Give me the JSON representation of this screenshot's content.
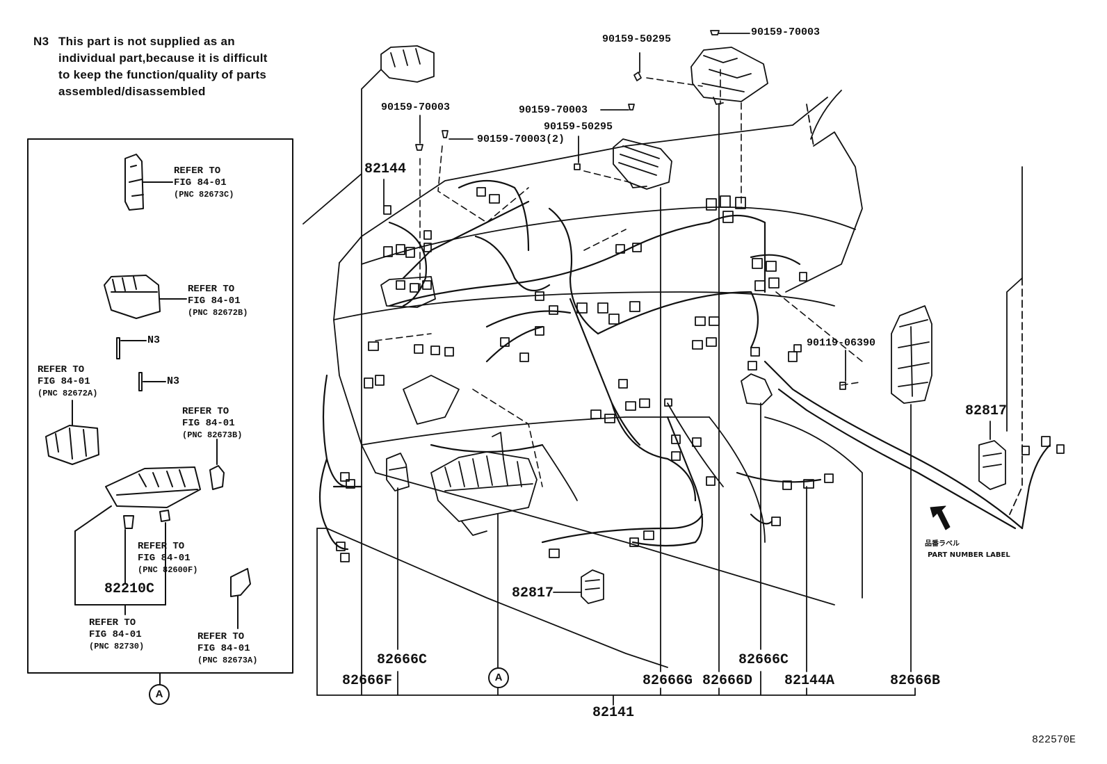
{
  "note": {
    "code": "N3",
    "lines": [
      "This part is not supplied as an",
      "individual part,because it is difficult",
      "to keep the function/quality of parts",
      "assembled/disassembled"
    ]
  },
  "inset_refs": [
    {
      "refer": "REFER TO",
      "fig": "FIG 84-01",
      "pnc": "(PNC 82673C)"
    },
    {
      "refer": "REFER TO",
      "fig": "FIG 84-01",
      "pnc": "(PNC 82672B)"
    },
    {
      "refer": "REFER TO",
      "fig": "FIG 84-01",
      "pnc": "(PNC 82672A)"
    },
    {
      "refer": "REFER TO",
      "fig": "FIG 84-01",
      "pnc": "(PNC 82673B)"
    },
    {
      "refer": "REFER TO",
      "fig": "FIG 84-01",
      "pnc": "(PNC 82600F)"
    },
    {
      "refer": "REFER TO",
      "fig": "FIG 84-01",
      "pnc": "(PNC 82730)"
    },
    {
      "refer": "REFER TO",
      "fig": "FIG 84-01",
      "pnc": "(PNC 82673A)"
    }
  ],
  "n3_labels": [
    "N3",
    "N3"
  ],
  "inset_part": "82210C",
  "circle_label": "A",
  "bolts": {
    "b1": "90159-50295",
    "b2": "90159-70003",
    "b3": "90159-70003",
    "b4": "90159-70003",
    "b5": "90159-70003(2)",
    "b6": "90159-50295",
    "b7": "90119-06390"
  },
  "parts": {
    "p82144": "82144",
    "p82817a": "82817",
    "p82817b": "82817",
    "p82666c_mid": "82666C",
    "p82666f": "82666F",
    "p82666g": "82666G",
    "p82666d": "82666D",
    "p82666c_right": "82666C",
    "p82144a": "82144A",
    "p82666b": "82666B",
    "p82141": "82141"
  },
  "part_number_label": {
    "jp": "品番ラベル",
    "en": "PART NUMBER LABEL"
  },
  "figure_code": "822570E"
}
